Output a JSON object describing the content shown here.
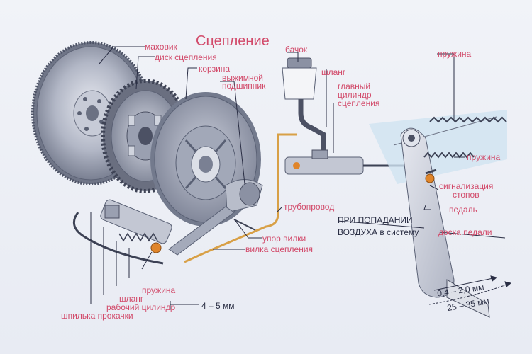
{
  "title": "Сцепление",
  "labels": {
    "flywheel": "маховик",
    "clutch_disc": "диск сцепления",
    "basket": "корзина",
    "release_bearing_1": "выжимной",
    "release_bearing_2": "подшипник",
    "reservoir": "бачок",
    "hose_top": "шланг",
    "master_cyl_1": "главный",
    "master_cyl_2": "цилиндр",
    "master_cyl_3": "сцепления",
    "spring_top": "пружина",
    "spring_mid": "пружина",
    "signal_1": "сигнализация",
    "signal_2": "стопов",
    "pedal": "педаль",
    "pipe": "трубопровод",
    "air_1": "ПРИ ПОПАДАНИИ",
    "air_2": "ВОЗДУХА в систему",
    "pedal_pad": "доска педали",
    "fork_stop": "упор вилки",
    "fork": "вилка сцепления",
    "spring_low": "пружина",
    "hose_low": "шланг",
    "slave_cyl": "рабочий цилиндр",
    "bleed_pin": "шпилька прокачки",
    "gap_fork": "4 – 5 мм",
    "gap_pedal_1": "0,4 – 2,0 мм",
    "gap_pedal_2": "25 – 35 мм"
  },
  "colors": {
    "label": "#d24a6a",
    "line": "#2a2e44",
    "metal": "#8e94a6",
    "pipe": "#d8a046",
    "accent": "#e0852a"
  }
}
